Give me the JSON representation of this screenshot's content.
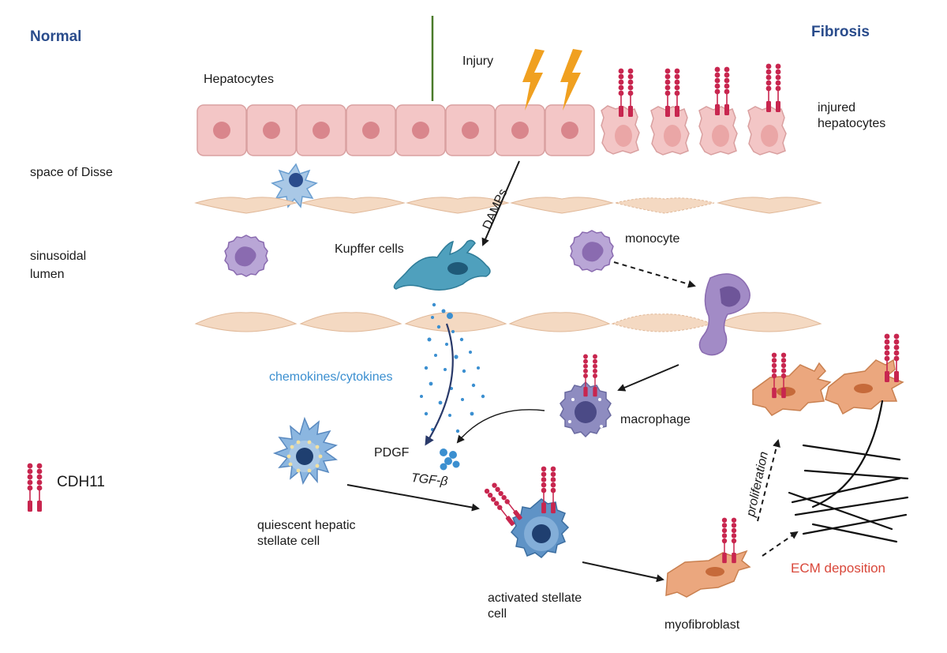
{
  "headers": {
    "normal": "Normal",
    "fibrosis": "Fibrosis"
  },
  "labels": {
    "injury": "Injury",
    "hepatocytes": "Hepatocytes",
    "injured_hepatocytes_1": "injured",
    "injured_hepatocytes_2": "hepatocytes",
    "space_of_disse": "space of Disse",
    "sinusoidal_1": "sinusoidal",
    "sinusoidal_2": "lumen",
    "damps": "DAMPs",
    "kupffer": "Kupffer cells",
    "monocyte": "monocyte",
    "chemokines": "chemokines/cytokines",
    "macrophage": "macrophage",
    "pdgf": "PDGF",
    "tgfb": "TGF-β",
    "cdh11": "CDH11",
    "quiescent_1": "quiescent hepatic",
    "quiescent_2": "stellate cell",
    "activated_1": "activated stellate",
    "activated_2": "cell",
    "proliferation": "proliferation",
    "ecm": "ECM deposition",
    "myofibroblast": "myofibroblast"
  },
  "colors": {
    "header": "#2a4c8c",
    "hepatocyte_fill": "#f3c6c6",
    "hepatocyte_nucleus": "#d9868c",
    "cdh11": "#c8264f",
    "endothelial": "#f4d9c2",
    "kupffer": "#4fa0bd",
    "monocyte": "#8a6bb0",
    "stellate": "#6a9ed0",
    "myofibroblast": "#eba77e",
    "chemokine": "#3b8fd0",
    "ecm": "#d9473a",
    "injury_bolt": "#f0a020"
  }
}
